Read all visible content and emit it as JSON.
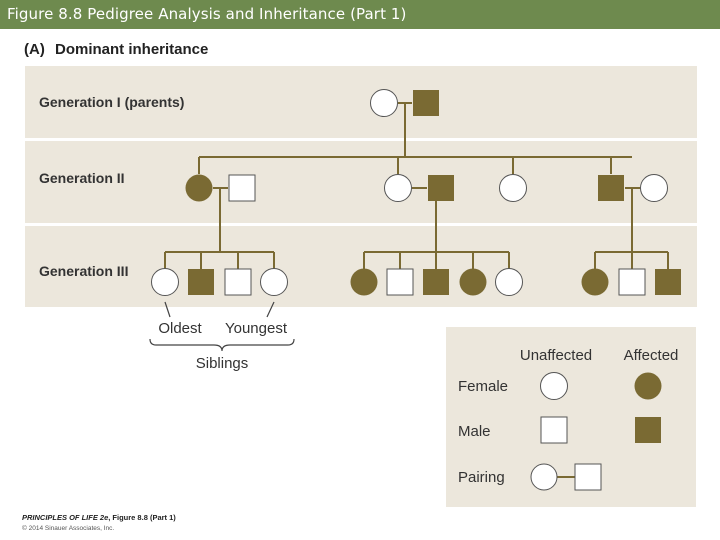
{
  "slide": {
    "title": "Figure 8.8  Pedigree Analysis and Inheritance (Part 1)",
    "title_bar_color": "#6e8a4e"
  },
  "figure": {
    "panel_label": "(A)",
    "panel_title": "Dominant inheritance",
    "generations": [
      {
        "label": "Generation I (parents)"
      },
      {
        "label": "Generation II"
      },
      {
        "label": "Generation III"
      }
    ],
    "sibling_annotation": {
      "oldest": "Oldest",
      "youngest": "Youngest",
      "siblings": "Siblings"
    },
    "legend": {
      "col_unaffected": "Unaffected",
      "col_affected": "Affected",
      "row_female": "Female",
      "row_male": "Male",
      "row_pairing": "Pairing"
    },
    "colors": {
      "band": "#ece7dc",
      "affected": "#7a6a33",
      "line": "#7a6a33"
    }
  },
  "footer": {
    "book": "PRINCIPLES OF LIFE 2e",
    "figure_ref": ", Figure 8.8 (Part 1)",
    "copyright": "© 2014 Sinauer Associates, Inc."
  }
}
